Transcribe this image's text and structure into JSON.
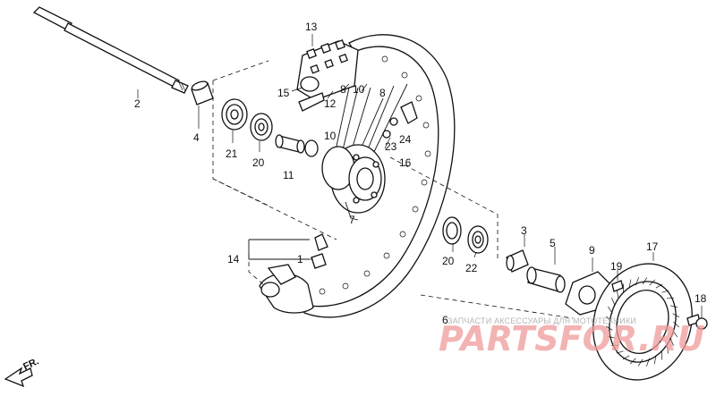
{
  "diagram": {
    "parts": [
      {
        "key": "p13",
        "label": "13"
      },
      {
        "key": "p15",
        "label": "15"
      },
      {
        "key": "p12",
        "label": "12"
      },
      {
        "key": "p8a",
        "label": "8"
      },
      {
        "key": "p10a",
        "label": "10"
      },
      {
        "key": "p8b",
        "label": "8"
      },
      {
        "key": "p10b",
        "label": "10"
      },
      {
        "key": "p23",
        "label": "23"
      },
      {
        "key": "p24",
        "label": "24"
      },
      {
        "key": "p16",
        "label": "16"
      },
      {
        "key": "p2",
        "label": "2"
      },
      {
        "key": "p4",
        "label": "4"
      },
      {
        "key": "p21",
        "label": "21"
      },
      {
        "key": "p20a",
        "label": "20"
      },
      {
        "key": "p11",
        "label": "11"
      },
      {
        "key": "p7",
        "label": "7"
      },
      {
        "key": "p14",
        "label": "14"
      },
      {
        "key": "p1",
        "label": "1"
      },
      {
        "key": "p20b",
        "label": "20"
      },
      {
        "key": "p22",
        "label": "22"
      },
      {
        "key": "p6",
        "label": "6"
      },
      {
        "key": "p3",
        "label": "3"
      },
      {
        "key": "p5",
        "label": "5"
      },
      {
        "key": "p9",
        "label": "9"
      },
      {
        "key": "p17",
        "label": "17"
      },
      {
        "key": "p19",
        "label": "19"
      },
      {
        "key": "p18",
        "label": "18"
      }
    ],
    "direction_label": "FR."
  },
  "watermark": {
    "small_text": "ЗАПЧАСТИ АКСЕССУАРЫ ДЛЯ МОТОТЕХНИКИ",
    "big_text": "PARTSFOR.RU",
    "color": "#ef9a9a"
  }
}
